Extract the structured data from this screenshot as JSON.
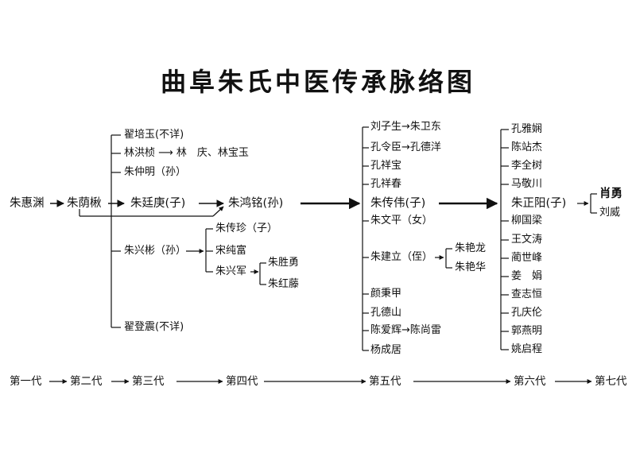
{
  "title": "曲阜朱氏中医传承脉络图",
  "main_chain": {
    "g1": "朱惠渊",
    "g2": "朱荫楸",
    "g3": "朱廷庚(子)",
    "g4": "朱鸿铭(孙)"
  },
  "gen2_branches": {
    "b1": "翟培玉(不详)",
    "b2": "林洪桢 ⟶ 林　庆、林宝玉",
    "b3": "朱仲明（孙）",
    "b4": "朱兴彬（孙）",
    "b4_children": {
      "c1": "朱传珍（子）",
      "c2": "宋纯富",
      "c3": "朱兴军",
      "c3_children": {
        "d1": "朱胜勇",
        "d2": "朱红藤"
      }
    },
    "b5": "翟登震(不详)"
  },
  "gen5": {
    "r1": "刘子生→朱卫东",
    "r2": "孔令臣→孔德洋",
    "r3": "孔祥宝",
    "r4": "孔祥春",
    "r5": "朱传伟(子)",
    "r6": "朱文平（女）",
    "r7": "朱建立（侄）",
    "r7_children": {
      "c1": "朱艳龙",
      "c2": "朱艳华"
    },
    "r8": "颜秉甲",
    "r9": "孔德山",
    "r10": "陈爱辉→陈尚雷",
    "r11": "杨成居"
  },
  "gen6": {
    "items": [
      "孔雅娴",
      "陈站杰",
      "李全树",
      "马敬川",
      "朱正阳(子)",
      "柳国梁",
      "王文涛",
      "蔺世峰",
      "姜　娟",
      "查志恒",
      "孔庆伦",
      "郭燕明",
      "姚启程"
    ]
  },
  "gen7": {
    "c1": "肖勇",
    "c2": "刘威"
  },
  "generations": {
    "g1": "第一代",
    "g2": "第二代",
    "g3": "第三代",
    "g4": "第四代",
    "g5": "第五代",
    "g6": "第六代",
    "g7": "第七代"
  }
}
